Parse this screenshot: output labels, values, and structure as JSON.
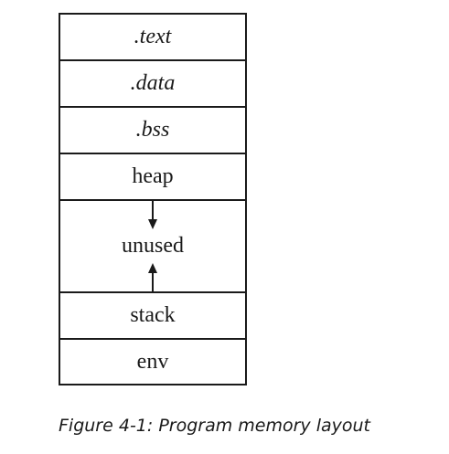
{
  "diagram": {
    "segments": [
      {
        "label": ".text"
      },
      {
        "label": ".data"
      },
      {
        "label": ".bss"
      },
      {
        "label": "heap"
      },
      {
        "label": "unused"
      },
      {
        "label": "stack"
      },
      {
        "label": "env"
      }
    ],
    "caption": "Figure 4-1: Program memory layout"
  }
}
